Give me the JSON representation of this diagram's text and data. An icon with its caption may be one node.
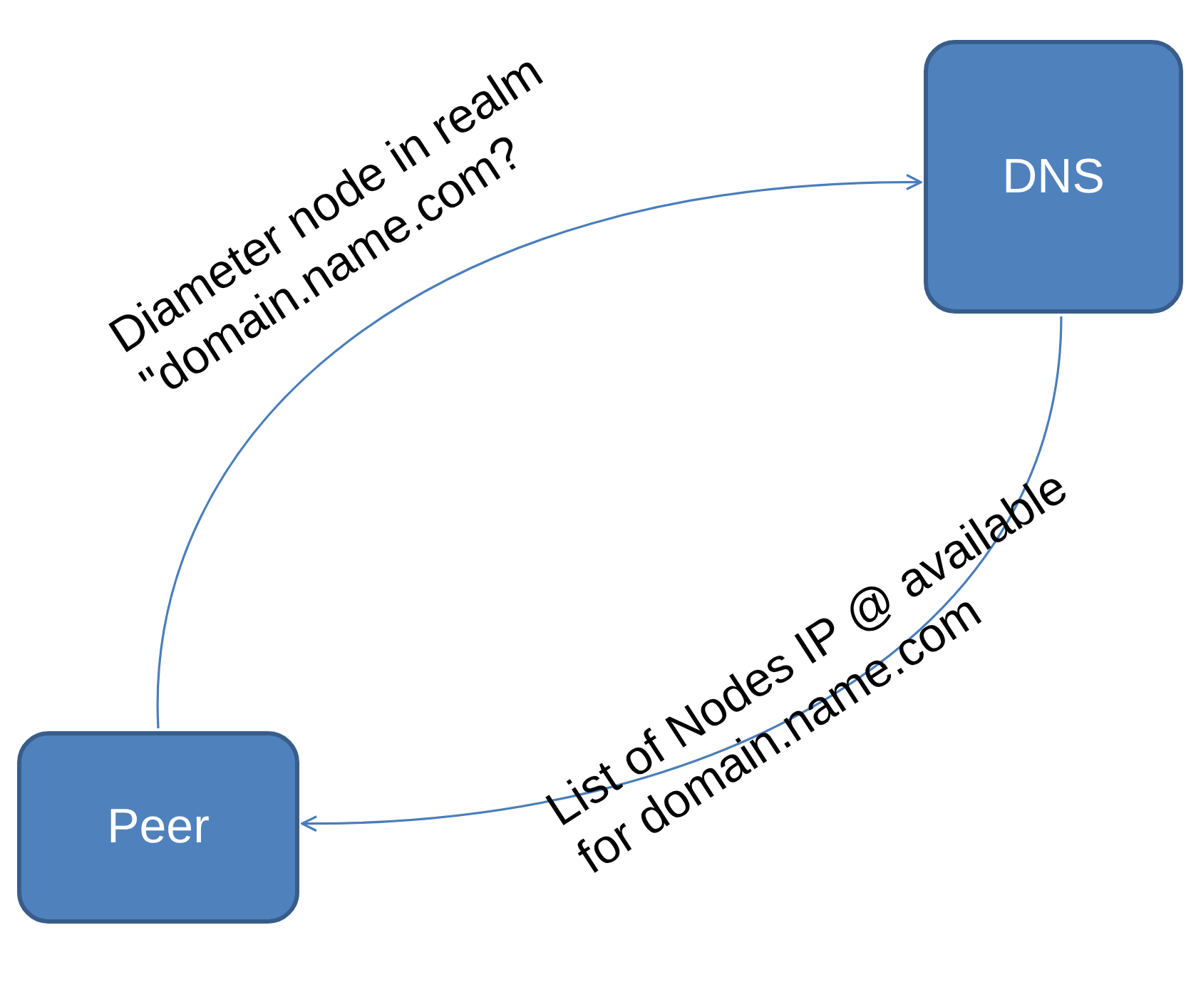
{
  "diagram": {
    "nodes": [
      {
        "text": [
          "Peer"
        ]
      },
      {
        "text": [
          "DNS"
        ]
      }
    ],
    "edges": [
      {
        "from": 0,
        "to": 1,
        "arrow": "to",
        "label": "Diameter node in realm \"domain.name.com?"
      },
      {
        "from": 1,
        "to": 0,
        "arrow": "to",
        "label": "List of Nodes IP @ available for domain.name.com"
      }
    ]
  }
}
